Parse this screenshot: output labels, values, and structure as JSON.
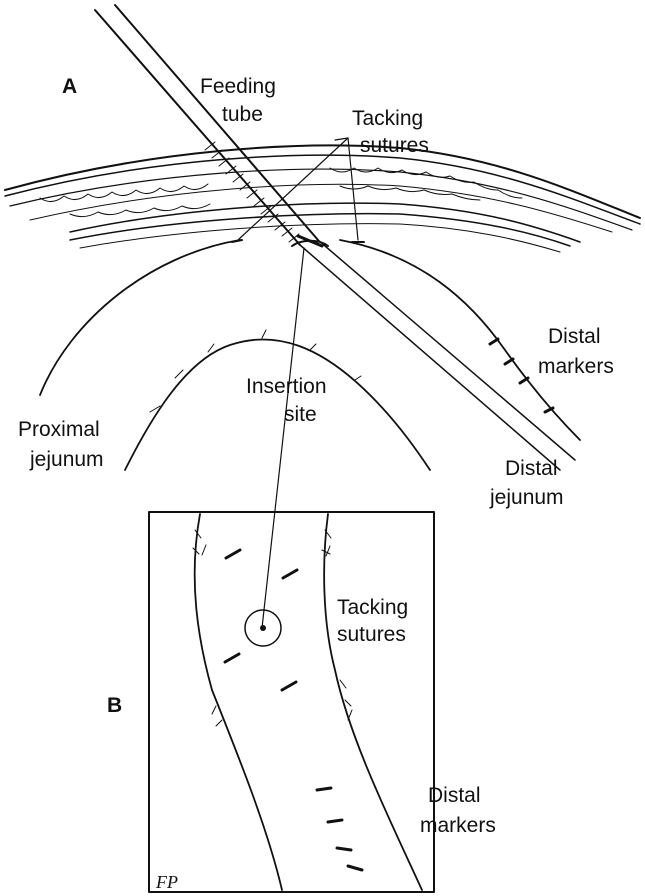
{
  "panel_a": {
    "letter": "A",
    "feeding_tube": [
      "Feeding",
      "tube"
    ],
    "tacking_sutures": [
      "Tacking",
      "sutures"
    ],
    "distal_markers": [
      "Distal",
      "markers"
    ],
    "insertion_site": [
      "Insertion",
      "site"
    ],
    "proximal_jejunum": [
      "Proximal",
      "jejunum"
    ],
    "distal_jejunum": [
      "Distal",
      "jejunum"
    ]
  },
  "panel_b": {
    "letter": "B",
    "tacking_sutures": [
      "Tacking",
      "sutures"
    ],
    "distal_markers": [
      "Distal",
      "markers"
    ],
    "signature": "FP"
  },
  "colors": {
    "ink": "#111111",
    "background": "#ffffff"
  }
}
